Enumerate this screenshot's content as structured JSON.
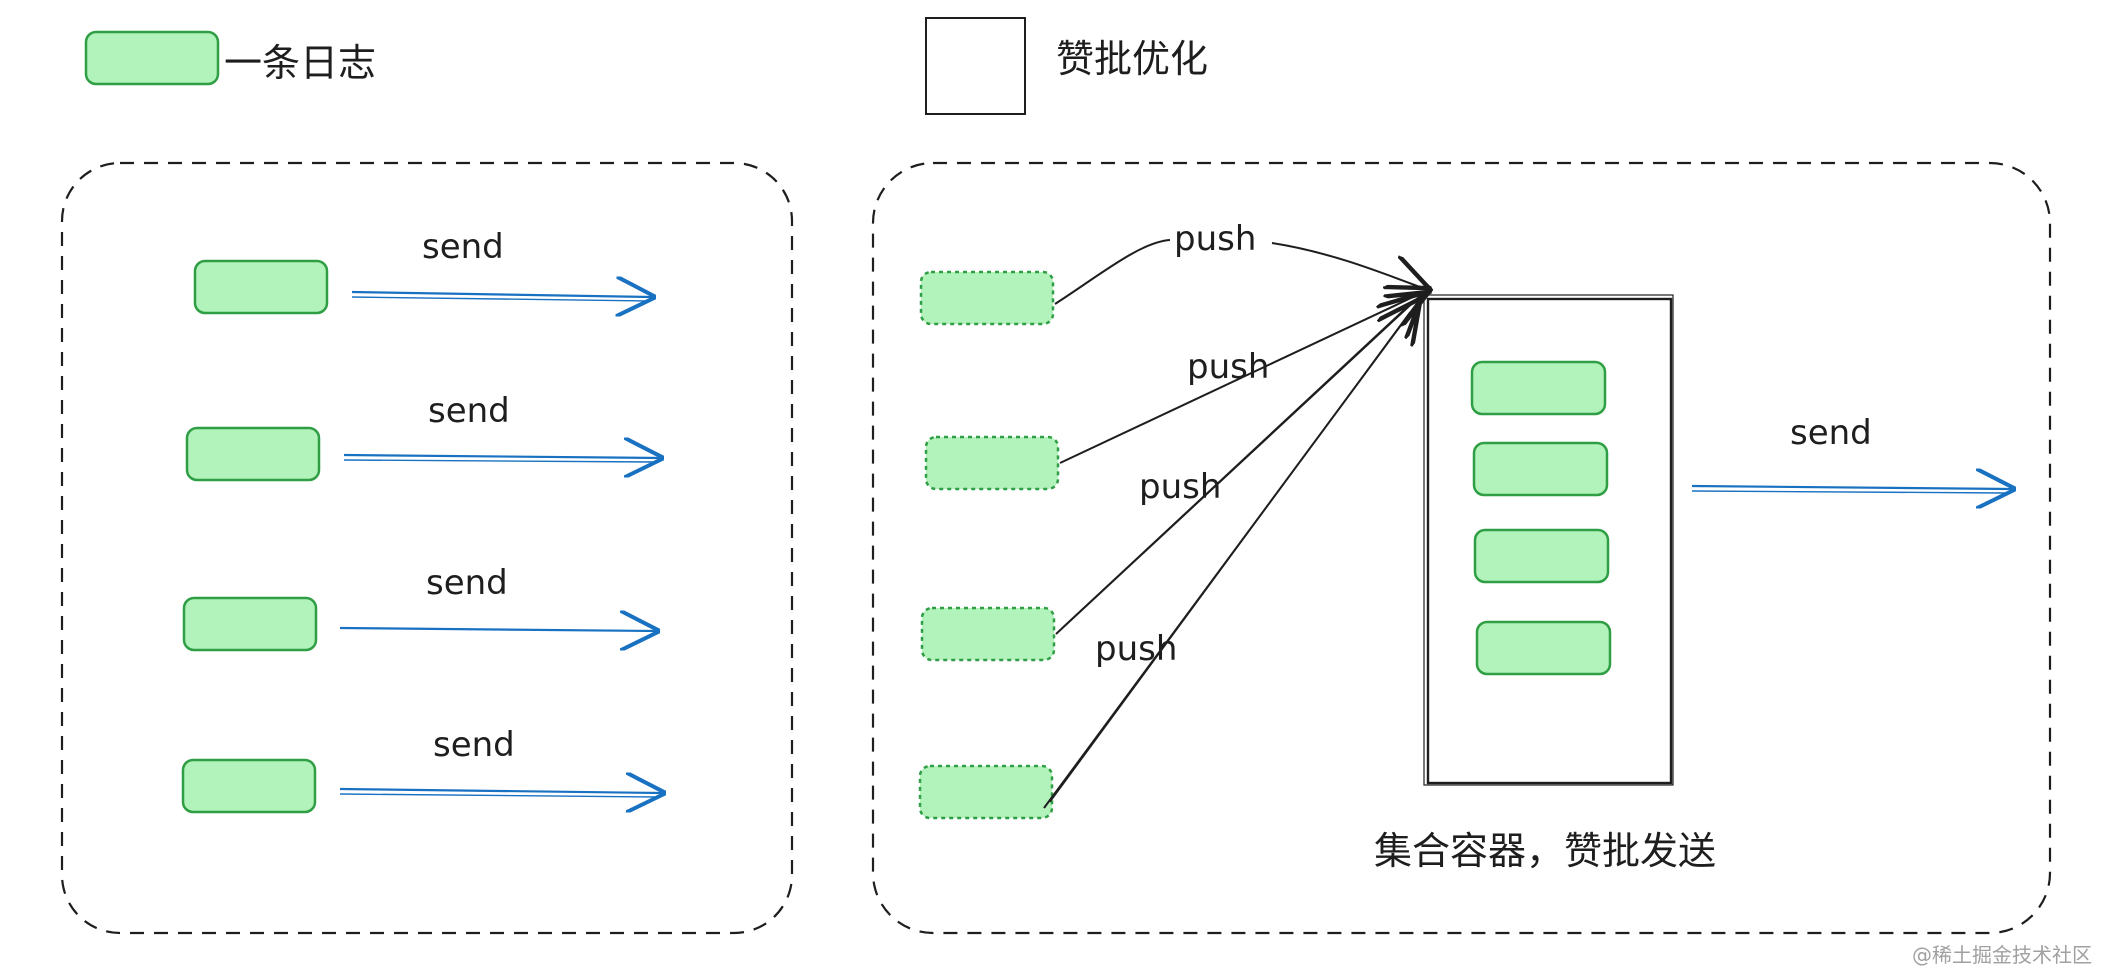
{
  "legend": {
    "log_item_label": "一条日志",
    "batch_label": "赞批优化"
  },
  "left_panel": {
    "edge_label": "send",
    "rows": [
      {
        "label": "send"
      },
      {
        "label": "send"
      },
      {
        "label": "send"
      },
      {
        "label": "send"
      }
    ]
  },
  "right_panel": {
    "push_labels": [
      "push",
      "push",
      "push",
      "push"
    ],
    "container_caption": "集合容器，赞批发送",
    "send_label": "send",
    "container_items": 4
  },
  "watermark": "@稀土掘金技术社区",
  "colors": {
    "log_fill": "#b2f2bb",
    "log_stroke": "#2f9e44",
    "send_arrow": "#1971c2",
    "ink": "#1e1e1e",
    "frame_dash": "#1e1e1e"
  }
}
